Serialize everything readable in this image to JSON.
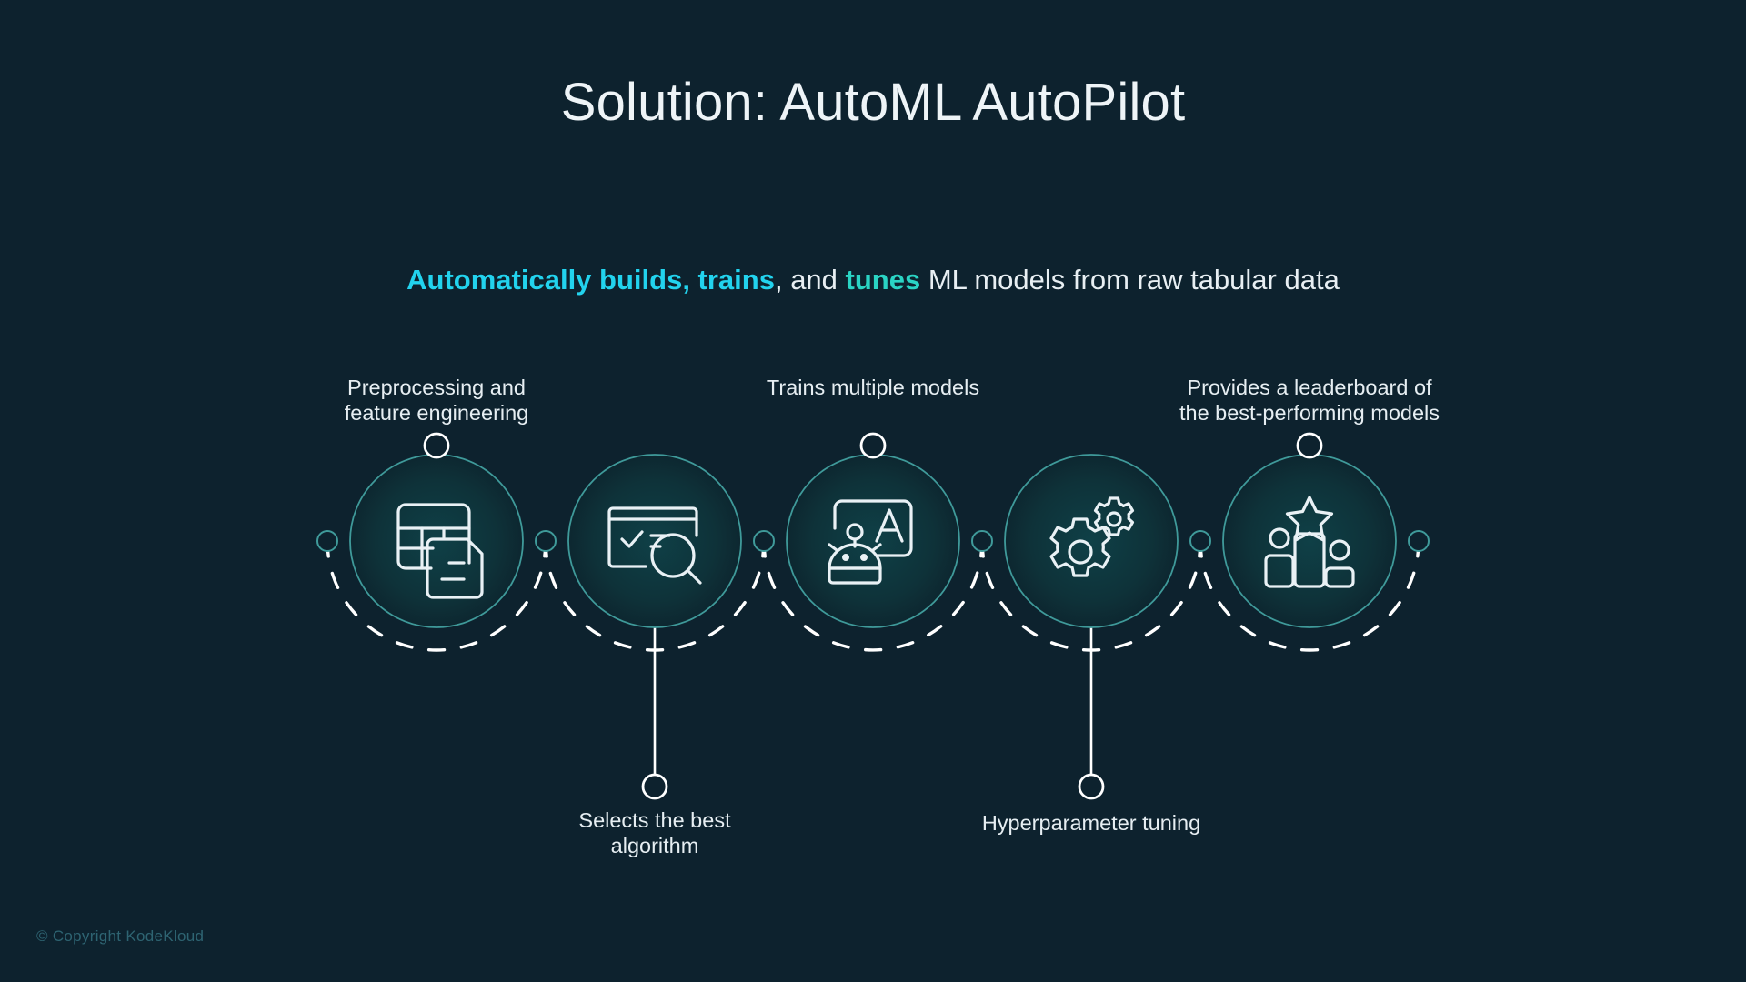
{
  "slide": {
    "title": "Solution: AutoML AutoPilot",
    "background_color": "#0d222e"
  },
  "subtitle": {
    "segment_1": "Automatically builds, trains",
    "segment_2": ", and ",
    "segment_3": "tunes",
    "segment_4": " ML models from raw tabular data",
    "highlight_color_1": "#22d3ee",
    "highlight_color_2": "#2ad4c4",
    "text_color": "#e8eff3"
  },
  "diagram": {
    "circle_stroke_color": "#3f9a9a",
    "connector_color": "#ffffff",
    "dash_color": "#ffffff",
    "dot_color": "#3f9a9a",
    "nodes": [
      {
        "index": 1,
        "label": "Preprocessing and\nfeature engineering",
        "label_position": "above",
        "icon": "table-document-icon"
      },
      {
        "index": 2,
        "label": "Selects the best\nalgorithm",
        "label_position": "below",
        "icon": "window-search-icon"
      },
      {
        "index": 3,
        "label": "Trains multiple models",
        "label_position": "above",
        "icon": "robot-board-icon"
      },
      {
        "index": 4,
        "label": "Hyperparameter tuning",
        "label_position": "below",
        "icon": "gears-icon"
      },
      {
        "index": 5,
        "label": "Provides a leaderboard of\nthe best-performing models",
        "label_position": "above",
        "icon": "podium-star-icon"
      }
    ]
  },
  "footer": {
    "copyright": "© Copyright KodeKloud",
    "color": "#2e6472"
  }
}
